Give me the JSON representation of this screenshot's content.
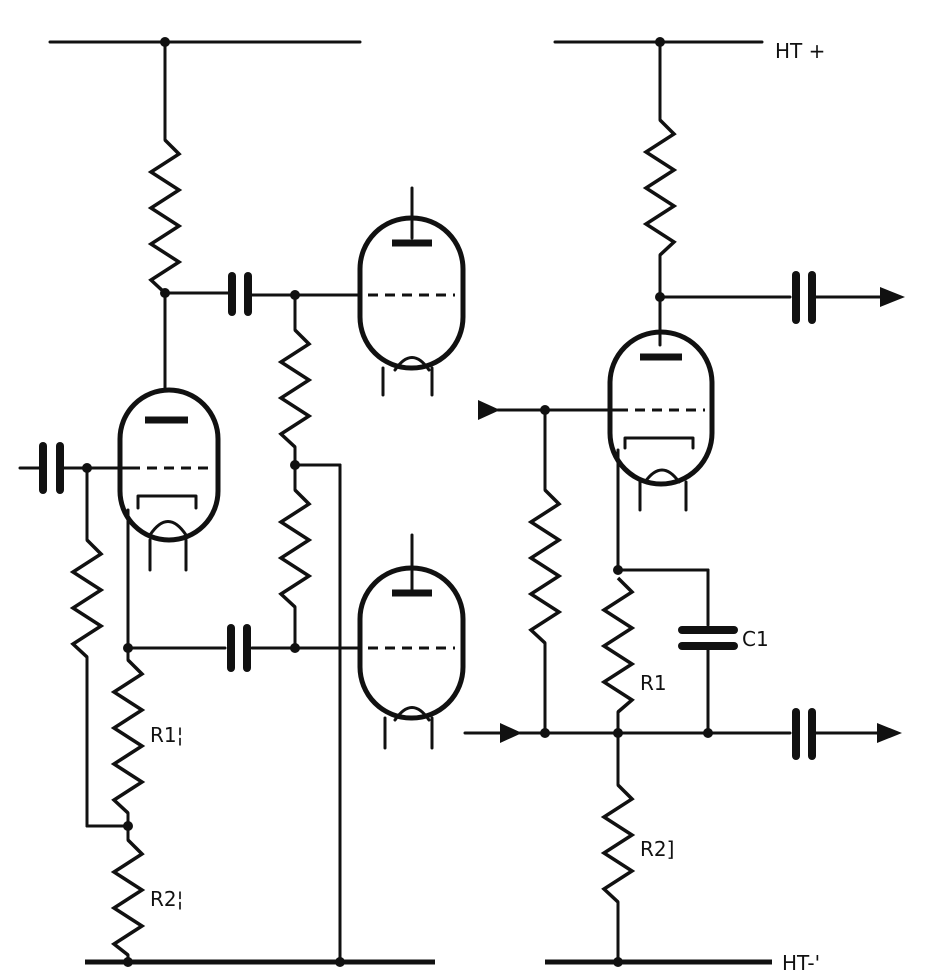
{
  "labels": {
    "ht_plus": "HT +",
    "ht_minus": "HT-'",
    "c1": "C1",
    "r1_right": "R1",
    "r2_right": "R2]",
    "r1_left": "R1¦",
    "r2_left": "R2¦"
  },
  "colors": {
    "ink": "#111111",
    "paper": "#ffffff"
  }
}
